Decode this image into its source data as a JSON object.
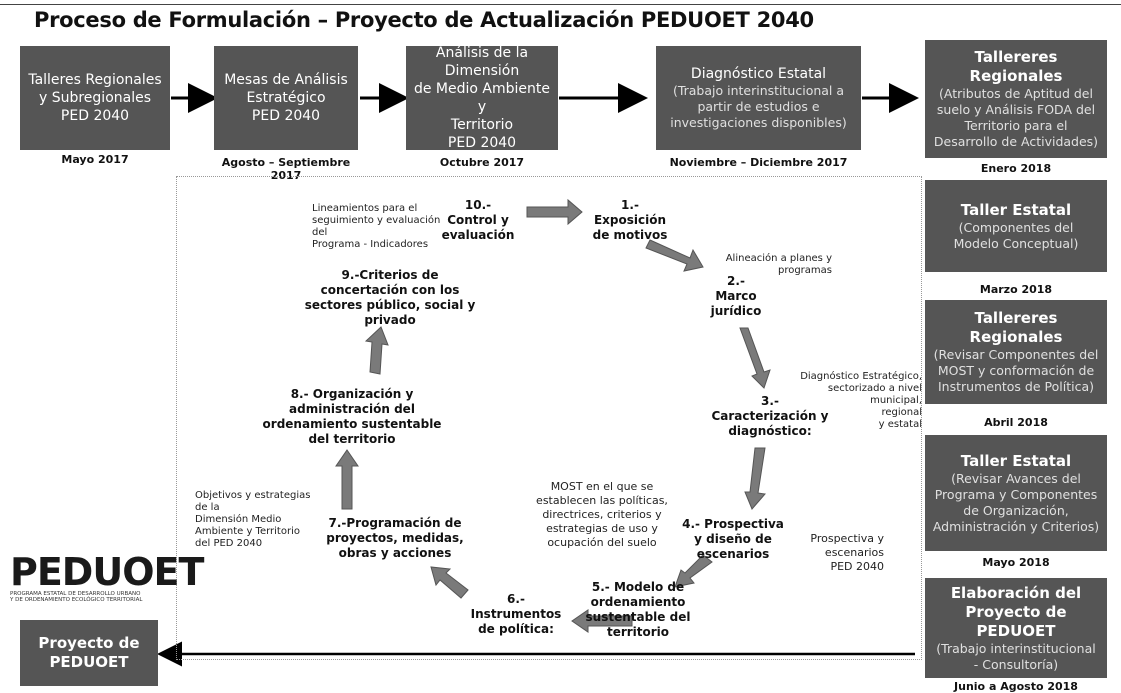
{
  "title": "Proceso de Formulación – Proyecto de Actualización PEDUOET 2040",
  "top_boxes": [
    {
      "lines": [
        "Talleres Regionales",
        "y Subregionales",
        "PED 2040"
      ],
      "date": "Mayo 2017"
    },
    {
      "lines": [
        "Mesas de Análisis",
        "Estratégico",
        "PED 2040"
      ],
      "date": "Agosto – Septiembre 2017"
    },
    {
      "lines": [
        "Análisis de la Dimensión",
        "de Medio Ambiente y",
        "Territorio",
        "PED 2040"
      ],
      "date": "Octubre 2017"
    },
    {
      "lines": [
        "Diagnóstico Estatal",
        "(Trabajo interinstitucional a",
        "partir de estudios e",
        "investigaciones disponibles)"
      ],
      "date": "Noviembre – Diciembre 2017"
    }
  ],
  "right_boxes": [
    {
      "head": "Tallereres Regionales",
      "sub": [
        "(Atributos de Aptitud del",
        "suelo y Análisis FODA del",
        "Territorio para el",
        "Desarrollo de Actividades)"
      ],
      "date": "Enero 2018"
    },
    {
      "head": "Taller Estatal",
      "sub": [
        "(Componentes del",
        "Modelo Conceptual)"
      ],
      "date": "Marzo 2018"
    },
    {
      "head": "Tallereres Regionales",
      "sub": [
        "(Revisar Componentes del",
        "MOST y conformación de",
        "Instrumentos de Política)"
      ],
      "date": "Abril 2018"
    },
    {
      "head": "Taller Estatal",
      "sub": [
        "(Revisar Avances del",
        "Programa y Componentes",
        "de Organización,",
        "Administración y Criterios)"
      ],
      "date": "Mayo 2018"
    },
    {
      "head": "Elaboración del",
      "head2": "Proyecto de PEDUOET",
      "sub": [
        "(Trabajo interinstitucional",
        "- Consultoría)"
      ],
      "date": "Junio a Agosto 2018"
    }
  ],
  "final_box": {
    "lines": [
      "Proyecto de",
      "PEDUOET"
    ]
  },
  "steps": {
    "s1": [
      "1.-",
      "Exposición",
      "de motivos"
    ],
    "s2": [
      "2.-",
      "Marco",
      "jurídico"
    ],
    "s3": [
      "3.-",
      "Caracterización y",
      "diagnóstico:"
    ],
    "s4": [
      "4.- Prospectiva",
      "y diseño de",
      "escenarios"
    ],
    "s5": [
      "5.- Modelo de",
      "ordenamiento",
      "sustentable del",
      "territorio"
    ],
    "s6": [
      "6.-",
      "Instrumentos",
      "de política:"
    ],
    "s7": [
      "7.-Programación de",
      "proyectos, medidas,",
      "obras y acciones"
    ],
    "s8": [
      "8.- Organización y",
      "administración del",
      "ordenamiento sustentable",
      "del territorio"
    ],
    "s9": [
      "9.-Criterios de",
      "concertación con los",
      "sectores público, social y",
      "privado"
    ],
    "s10": [
      "10.-",
      "Control y",
      "evaluación"
    ]
  },
  "notes": {
    "n10": [
      "Lineamientos para el",
      "seguimiento y evaluación del",
      "Programa - Indicadores"
    ],
    "n2": [
      "Alineación a planes y",
      "programas"
    ],
    "n3": [
      "Diagnóstico Estratégico,",
      "sectorizado a nivel  municipal,",
      "regional",
      "y estatal"
    ],
    "n7": [
      "Objetivos y estrategias",
      "de la",
      "Dimensión Medio",
      "Ambiente y Territorio",
      "del PED 2040"
    ],
    "most": [
      "MOST en el que se",
      "establecen las políticas,",
      "directrices, criterios y",
      "estrategias de uso y",
      "ocupación del suelo"
    ],
    "pros": [
      "Prospectiva y",
      "escenarios",
      "PED 2040"
    ]
  },
  "logo": {
    "name": "PEDUOET",
    "caption": [
      "PROGRAMA ESTATAL DE DESARROLLO URBANO",
      "Y DE ORDENAMIENTO ECOLÓGICO TERRITORIAL"
    ]
  },
  "colors": {
    "box": "#555555",
    "arrow": "#7a7a7a",
    "text": "#111111"
  }
}
